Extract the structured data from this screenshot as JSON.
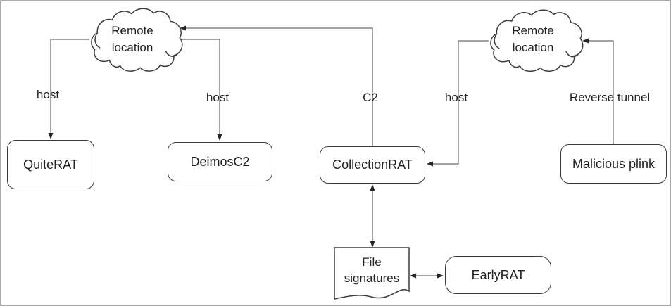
{
  "figure": {
    "colors": {
      "connector": "#6a6a6a",
      "shape_border": "#3b3b3b",
      "text": "#1f1f1f",
      "frame": "#a9a9a9",
      "background": "#ffffff"
    },
    "clouds": [
      {
        "id": "remote-location-left",
        "line1": "Remote",
        "line2": "location"
      },
      {
        "id": "remote-location-right",
        "line1": "Remote",
        "line2": "location"
      }
    ],
    "nodes": [
      {
        "id": "quiterat",
        "label": "QuiteRAT"
      },
      {
        "id": "deimosc2",
        "label": "DeimosC2"
      },
      {
        "id": "collectionrat",
        "label": "CollectionRAT"
      },
      {
        "id": "malicious-plink",
        "label": "Malicious plink"
      },
      {
        "id": "earlyrat",
        "label": "EarlyRAT"
      }
    ],
    "document_node": {
      "id": "file-signatures",
      "line1": "File",
      "line2": "signatures"
    },
    "edge_labels": [
      {
        "id": "host-quiterat",
        "text": "host"
      },
      {
        "id": "host-deimosc2",
        "text": "host"
      },
      {
        "id": "c2-collectionrat",
        "text": "C2"
      },
      {
        "id": "host-collectionrat",
        "text": "host"
      },
      {
        "id": "reverse-tunnel",
        "text": "Reverse tunnel"
      }
    ]
  }
}
